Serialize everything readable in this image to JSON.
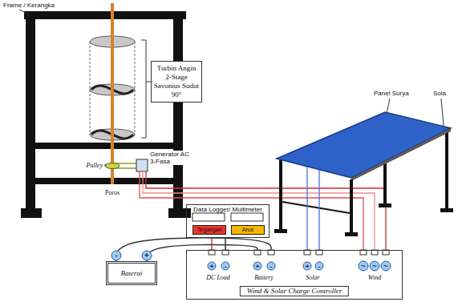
{
  "diagram": {
    "nodes": [
      {
        "text": [
          "Turbin Angin 2-Stage Savonius Sudut 90°"
        ]
      },
      {
        "text": [
          "Data Logger/ Multimeter"
        ]
      },
      {
        "text": [
          "Tegangan"
        ],
        "in": 1
      },
      {
        "text": [
          "Arus"
        ],
        "in": 1
      },
      {
        "text": [
          "Baterai"
        ]
      },
      {
        "text": [
          "Wind & Solar Charge Controller"
        ]
      }
    ],
    "edges": [
      {
        "from": 1,
        "to": 5,
        "arrow": "none"
      },
      {
        "from": 1,
        "to": 5,
        "arrow": "none"
      },
      {
        "from": 4,
        "to": 5,
        "arrow": "none"
      },
      {
        "from": 4,
        "to": 5,
        "arrow": "none"
      }
    ],
    "labels": [
      "Frame / Kerangka",
      "Pulley",
      "Generator AC 3-Fasa",
      "Poros",
      "Panel Surya",
      "Sola",
      "-",
      "+",
      "+",
      "-",
      "+",
      "-",
      "+",
      "-",
      "~",
      "~",
      "~",
      "DC Load",
      "Battery",
      "Solar",
      "Wind"
    ]
  }
}
